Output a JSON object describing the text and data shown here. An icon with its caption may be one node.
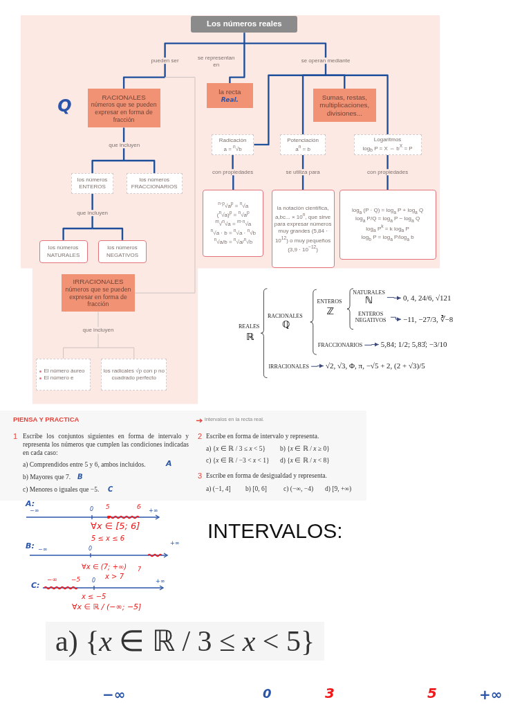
{
  "diagram": {
    "nodes": [
      {
        "text": [
          "Los números reales"
        ]
      },
      {
        "text": [
          "RACIONALES",
          "números que se pueden expresar en forma de fracción"
        ],
        "beside": [
          "Q"
        ]
      },
      {
        "text": [
          "la recta",
          "Real."
        ]
      },
      {
        "text": [
          "Sumas, restas, multiplicaciones, divisiones..."
        ]
      },
      {
        "text": [
          "Radicación",
          "a = $^{n}$√b"
        ]
      },
      {
        "text": [
          "Potenciación",
          "a$^{n}$ = b"
        ]
      },
      {
        "text": [
          "Logaritmos",
          "log$_{b}$ P = X ⇔ b$^{X}$ = P"
        ]
      },
      {
        "text": [
          "los números ENTEROS"
        ]
      },
      {
        "text": [
          "los números FRACCIONARIOS"
        ]
      },
      {
        "text": [
          "$^{n·p}$√a$^{p}$ = $^{n}$√a",
          "($^{n}$√a)$^{p}$ = $^{n}$√a$^{p}$",
          "$^{m}$√$^{n}$√a = $^{m·n}$√a",
          "$^{n}$√a · b = $^{n}$√a · $^{n}$√b",
          "$^{n}$√a/b = $^{n}$√a/$^{n}$√b"
        ]
      },
      {
        "text": [
          "la notación científica, a,bc... × 10$^{n}$, que sirve para expresar números muy grandes (5,84 · 10$^{12}$) o muy pequeños (3,9 · 10$^{−12}$)"
        ]
      },
      {
        "text": [
          "log$_{a}$ (P · Q) = log$_{a}$ P + log$_{a}$ Q",
          "log$_{a}$ P/Q = log$_{a}$ P − log$_{a}$ Q",
          "log$_{a}$ P$^{k}$ = k log$_{a}$ P",
          "log$_{b}$ P = log$_{a}$ P/log$_{a}$ b"
        ]
      },
      {
        "text": [
          "los números NATURALES"
        ]
      },
      {
        "text": [
          "los números NEGATIVOS"
        ]
      },
      {
        "text": [
          "IRRACIONALES",
          "números que se pueden expresar en forma de fracción"
        ]
      },
      {
        "text": [
          "El número áureo",
          "El número e"
        ]
      },
      {
        "text": [
          "los radicales √p con p no cuadrado perfecto"
        ]
      },
      {
        "text": [
          "NATURALES",
          "ℕ"
        ]
      },
      {
        "text": [
          "0, 4, 24/6, √121"
        ]
      },
      {
        "text": [
          "ENTEROS NEGATIVOS"
        ]
      },
      {
        "text": [
          "−11, −27/3, ∛−8"
        ]
      },
      {
        "text": [
          "FRACCIONARIOS"
        ]
      },
      {
        "text": [
          "5,84; 1/2; 5,83̂; −3/10"
        ]
      },
      {
        "text": [
          "IRRACIONALES"
        ]
      },
      {
        "text": [
          "√2, √3, Φ, π, −√5 + 2, (2 + √3)/5"
        ]
      }
    ],
    "edges": [
      {
        "from": 0,
        "to": 1,
        "arrow": "none",
        "label": "pueden ser"
      },
      {
        "from": 0,
        "to": 14,
        "arrow": "none",
        "color": "#cbc3c0"
      },
      {
        "from": 0,
        "to": 2,
        "arrow": "none",
        "label": "se representan en"
      },
      {
        "from": 0,
        "to": 3,
        "arrow": "none",
        "label": "se operan mediante"
      },
      {
        "from": 0,
        "to": 4,
        "arrow": "none"
      },
      {
        "from": 0,
        "to": 5,
        "arrow": "none"
      },
      {
        "from": 0,
        "to": 6,
        "arrow": "none"
      },
      {
        "from": 1,
        "to": 7,
        "arrow": "none",
        "label": "que incluyen"
      },
      {
        "from": 1,
        "to": 8,
        "arrow": "none"
      },
      {
        "from": 4,
        "to": 9,
        "arrow": "none",
        "label": "con propiedades"
      },
      {
        "from": 5,
        "to": 10,
        "arrow": "none",
        "label": "se utiliza para"
      },
      {
        "from": 6,
        "to": 11,
        "arrow": "none",
        "label": "con propiedades"
      },
      {
        "from": 7,
        "to": 12,
        "arrow": "none",
        "label": "que incluyen"
      },
      {
        "from": 7,
        "to": 13,
        "arrow": "none"
      },
      {
        "from": 14,
        "to": 15,
        "arrow": "none",
        "label": "que incluyen",
        "color": "#cbc3c0"
      },
      {
        "from": 14,
        "to": 16,
        "arrow": "none",
        "color": "#cbc3c0"
      },
      {
        "from": 17,
        "to": 18,
        "arrow": "to",
        "color": "#3d4a7a"
      },
      {
        "from": 19,
        "to": 20,
        "arrow": "to",
        "color": "#3d4a7a"
      },
      {
        "from": 21,
        "to": 22,
        "arrow": "to",
        "color": "#3d4a7a"
      },
      {
        "from": 23,
        "to": 24,
        "arrow": "to",
        "color": "#3d4a7a"
      }
    ],
    "labels": [
      "REALES",
      "ℝ",
      "RACIONALES",
      "ℚ",
      "ENTEROS",
      "ℤ",
      "PIENSA Y PRACTICA",
      "1",
      "Escribe los conjuntos siguientes en forma de intervalo y representa los números que cumplen las condiciones indicadas en cada caso:",
      "a) Comprendidos entre 5 y 6, ambos incluidos.",
      "A",
      "b) Mayores que 7.",
      "B",
      "c) Menores o iguales que −5.",
      "C",
      "intervalos en la recta real.",
      "2",
      "Escribe en forma de intervalo y representa.",
      "a) {*x* ∈ ℝ / 3 ≤ *x* < 5}",
      "b) {*x* ∈ ℝ / *x* ≥ 0}",
      "c) {*x* ∈ ℝ / −3 < *x* < 1}",
      "d) {*x* ∈ ℝ / *x* < 8}",
      "3",
      "Escribe en forma de desigualdad y representa.",
      "a) (−1, 4]",
      "b) [0, 6]",
      "c) (−∞, −4)",
      "d) [9, +∞)",
      "A:",
      "−∞",
      "0",
      "5",
      "6",
      "+∞",
      "∀x ∈ [5; 6]",
      "5 ≤ x ≤ 6",
      "INTERVALOS:",
      "B:",
      "−∞",
      "0",
      "+∞",
      "7",
      "∀x ∈ (7; +∞)",
      "x > 7",
      "C:",
      "−∞",
      "−5",
      "0",
      "+∞",
      "x ≤ −5",
      "∀x ∈ ℝ / (−∞; −5]",
      "a) {*x* ∈ ℝ / 3 ≤ *x* < 5}",
      "−∞",
      "0",
      "3",
      "5",
      "+∞"
    ]
  }
}
